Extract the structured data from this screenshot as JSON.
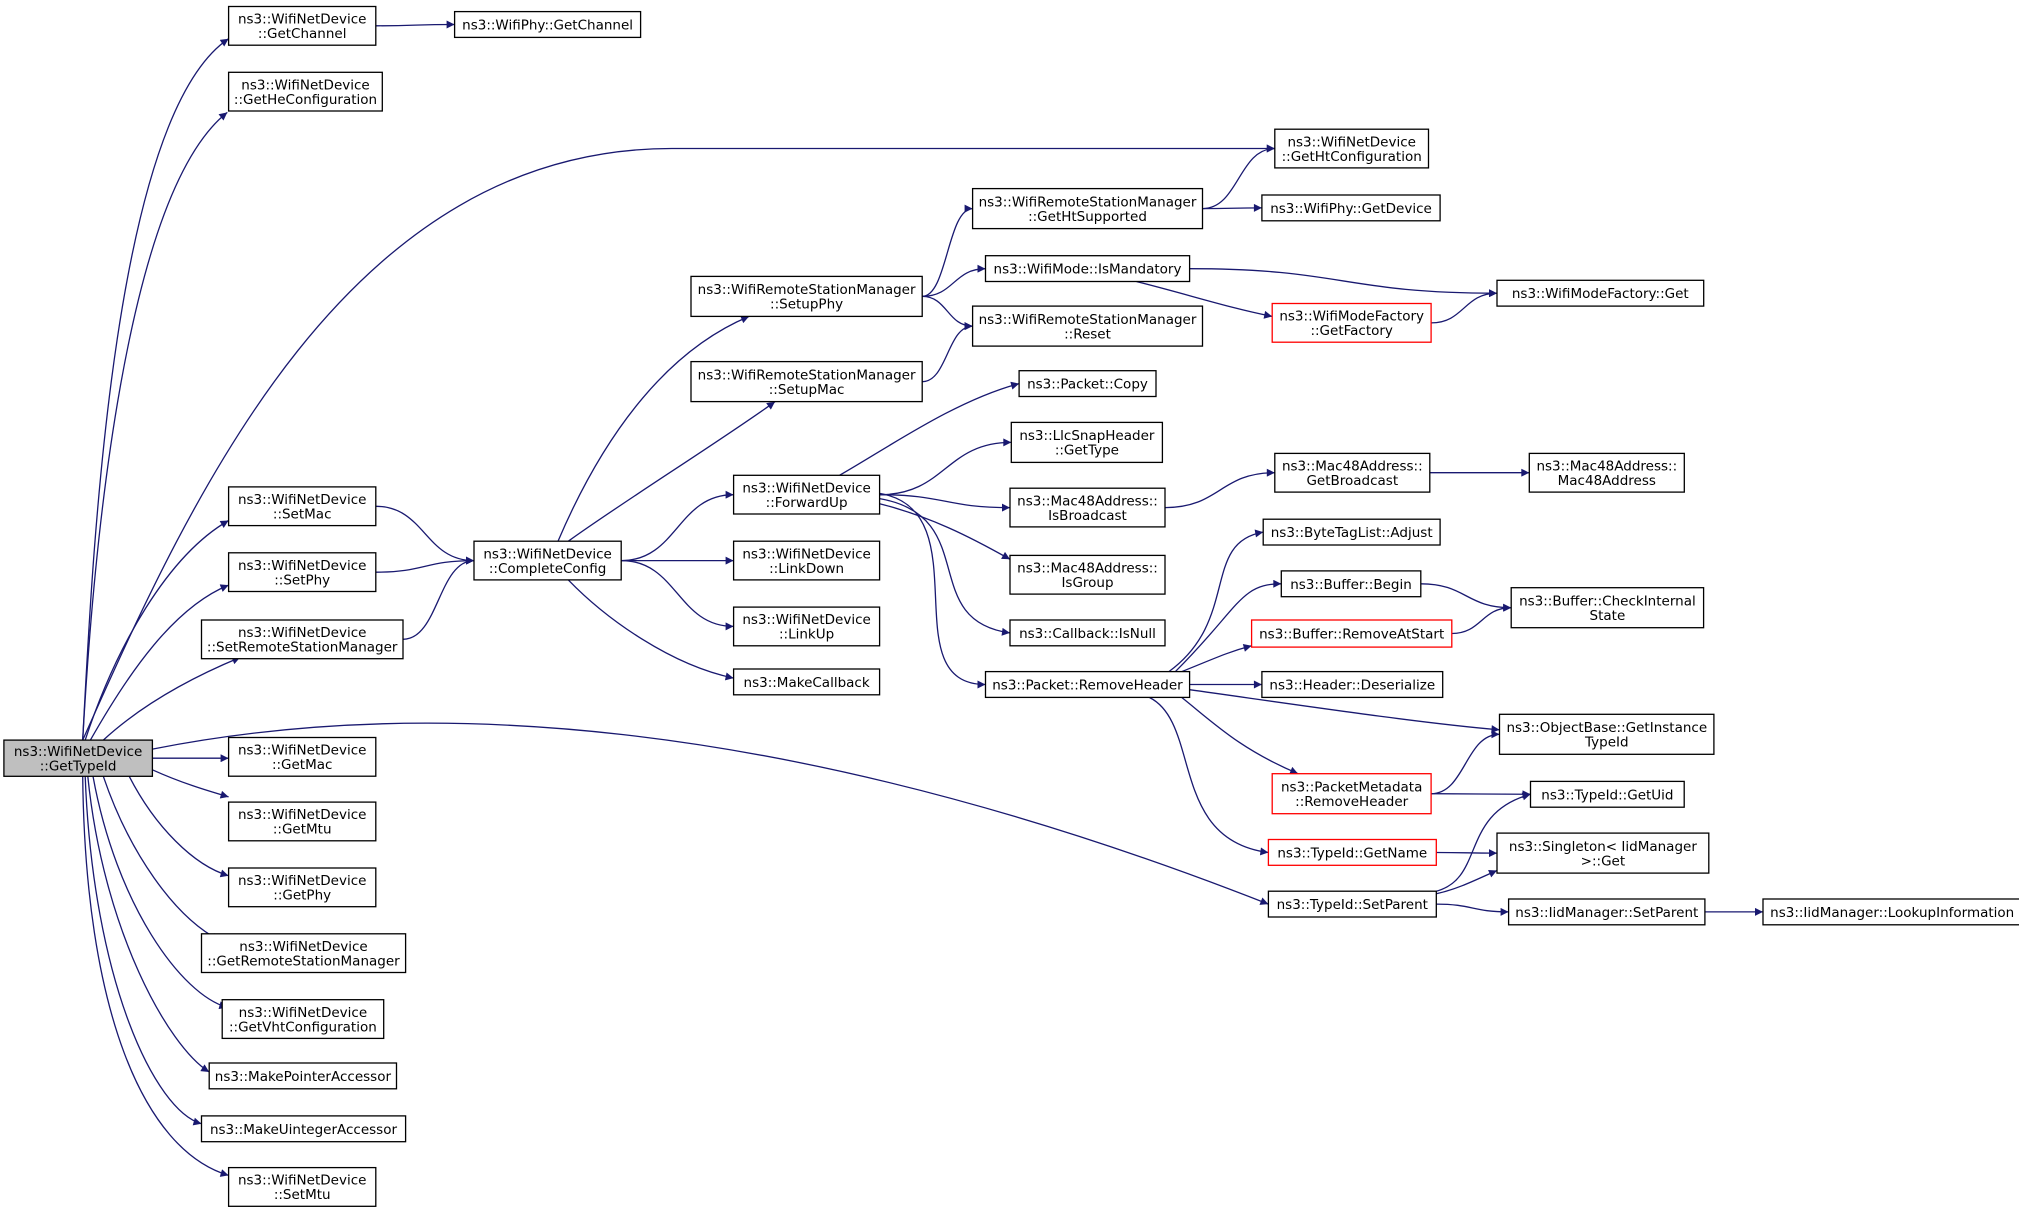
{
  "colors": {
    "edge": "#191970",
    "node_border": "#000000",
    "truncated_node_border": "#ff0000",
    "root_fill": "#bfbfbf"
  },
  "nodes": {
    "getTypeId": [
      "ns3::WifiNetDevice",
      "::GetTypeId"
    ],
    "getChannel": [
      "ns3::WifiNetDevice",
      "::GetChannel"
    ],
    "phyGetChannel": [
      "ns3::WifiPhy::GetChannel"
    ],
    "getHeConfiguration": [
      "ns3::WifiNetDevice",
      "::GetHeConfiguration"
    ],
    "getHtConfiguration": [
      "ns3::WifiNetDevice",
      "::GetHtConfiguration"
    ],
    "getHtSupported": [
      "ns3::WifiRemoteStationManager",
      "::GetHtSupported"
    ],
    "phyGetDevice": [
      "ns3::WifiPhy::GetDevice"
    ],
    "setupPhy": [
      "ns3::WifiRemoteStationManager",
      "::SetupPhy"
    ],
    "isMandatory": [
      "ns3::WifiMode::IsMandatory"
    ],
    "modeFactoryGet": [
      "ns3::WifiModeFactory::Get"
    ],
    "getFactory": [
      "ns3::WifiModeFactory",
      "::GetFactory"
    ],
    "rsmReset": [
      "ns3::WifiRemoteStationManager",
      "::Reset"
    ],
    "setupMac": [
      "ns3::WifiRemoteStationManager",
      "::SetupMac"
    ],
    "packetCopy": [
      "ns3::Packet::Copy"
    ],
    "llcGetType": [
      "ns3::LlcSnapHeader",
      "::GetType"
    ],
    "forwardUp": [
      "ns3::WifiNetDevice",
      "::ForwardUp"
    ],
    "isBroadcast": [
      "ns3::Mac48Address::",
      "IsBroadcast"
    ],
    "getBroadcast": [
      "ns3::Mac48Address::",
      "GetBroadcast"
    ],
    "macCtor": [
      "ns3::Mac48Address::",
      "Mac48Address"
    ],
    "isGroup": [
      "ns3::Mac48Address::",
      "IsGroup"
    ],
    "callbackIsNull": [
      "ns3::Callback::IsNull"
    ],
    "removeHeader": [
      "ns3::Packet::RemoveHeader"
    ],
    "byteTagAdjust": [
      "ns3::ByteTagList::Adjust"
    ],
    "bufferBegin": [
      "ns3::Buffer::Begin"
    ],
    "removeAtStart": [
      "ns3::Buffer::RemoveAtStart"
    ],
    "checkInternal": [
      "ns3::Buffer::CheckInternal",
      "State"
    ],
    "headerDeserialize": [
      "ns3::Header::Deserialize"
    ],
    "getInstanceTypeId": [
      "ns3::ObjectBase::GetInstance",
      "TypeId"
    ],
    "metaRemoveHeader": [
      "ns3::PacketMetadata",
      "::RemoveHeader"
    ],
    "typeIdGetUid": [
      "ns3::TypeId::GetUid"
    ],
    "typeIdGetName": [
      "ns3::TypeId::GetName"
    ],
    "singletonGet": [
      "ns3::Singleton< IidManager",
      ">::Get"
    ],
    "typeIdSetParent": [
      "ns3::TypeId::SetParent"
    ],
    "iidSetParent": [
      "ns3::IidManager::SetParent"
    ],
    "lookupInformation": [
      "ns3::IidManager::LookupInformation"
    ],
    "setMac": [
      "ns3::WifiNetDevice",
      "::SetMac"
    ],
    "completeConfig": [
      "ns3::WifiNetDevice",
      "::CompleteConfig"
    ],
    "setPhy": [
      "ns3::WifiNetDevice",
      "::SetPhy"
    ],
    "setRsm": [
      "ns3::WifiNetDevice",
      "::SetRemoteStationManager"
    ],
    "linkDown": [
      "ns3::WifiNetDevice",
      "::LinkDown"
    ],
    "linkUp": [
      "ns3::WifiNetDevice",
      "::LinkUp"
    ],
    "makeCallback": [
      "ns3::MakeCallback"
    ],
    "getMac": [
      "ns3::WifiNetDevice",
      "::GetMac"
    ],
    "getMtu": [
      "ns3::WifiNetDevice",
      "::GetMtu"
    ],
    "getPhy": [
      "ns3::WifiNetDevice",
      "::GetPhy"
    ],
    "getRsm": [
      "ns3::WifiNetDevice",
      "::GetRemoteStationManager"
    ],
    "getVhtConfiguration": [
      "ns3::WifiNetDevice",
      "::GetVhtConfiguration"
    ],
    "makePointerAccessor": [
      "ns3::MakePointerAccessor"
    ],
    "makeUintegerAccessor": [
      "ns3::MakeUintegerAccessor"
    ],
    "setMtu": [
      "ns3::WifiNetDevice",
      "::SetMtu"
    ]
  },
  "root_node": "getTypeId",
  "truncated_nodes": [
    "getFactory",
    "removeAtStart",
    "metaRemoveHeader",
    "typeIdGetName"
  ],
  "edges": [
    [
      "getTypeId",
      "getChannel"
    ],
    [
      "getChannel",
      "phyGetChannel"
    ],
    [
      "getTypeId",
      "getHeConfiguration"
    ],
    [
      "getTypeId",
      "getHtConfiguration"
    ],
    [
      "getTypeId",
      "setMac"
    ],
    [
      "getTypeId",
      "setPhy"
    ],
    [
      "getTypeId",
      "setRsm"
    ],
    [
      "getTypeId",
      "typeIdSetParent"
    ],
    [
      "getTypeId",
      "getMac"
    ],
    [
      "getTypeId",
      "getMtu"
    ],
    [
      "getTypeId",
      "getPhy"
    ],
    [
      "getTypeId",
      "getRsm"
    ],
    [
      "getTypeId",
      "getVhtConfiguration"
    ],
    [
      "getTypeId",
      "makePointerAccessor"
    ],
    [
      "getTypeId",
      "makeUintegerAccessor"
    ],
    [
      "getTypeId",
      "setMtu"
    ],
    [
      "setMac",
      "completeConfig"
    ],
    [
      "setPhy",
      "completeConfig"
    ],
    [
      "setRsm",
      "completeConfig"
    ],
    [
      "completeConfig",
      "setupPhy"
    ],
    [
      "completeConfig",
      "setupMac"
    ],
    [
      "completeConfig",
      "forwardUp"
    ],
    [
      "completeConfig",
      "linkDown"
    ],
    [
      "completeConfig",
      "linkUp"
    ],
    [
      "completeConfig",
      "makeCallback"
    ],
    [
      "setupPhy",
      "getHtSupported"
    ],
    [
      "setupPhy",
      "isMandatory"
    ],
    [
      "setupPhy",
      "rsmReset"
    ],
    [
      "setupMac",
      "rsmReset"
    ],
    [
      "getHtSupported",
      "getHtConfiguration"
    ],
    [
      "getHtSupported",
      "phyGetDevice"
    ],
    [
      "isMandatory",
      "modeFactoryGet"
    ],
    [
      "isMandatory",
      "getFactory"
    ],
    [
      "getFactory",
      "modeFactoryGet"
    ],
    [
      "forwardUp",
      "packetCopy"
    ],
    [
      "forwardUp",
      "llcGetType"
    ],
    [
      "forwardUp",
      "isBroadcast"
    ],
    [
      "forwardUp",
      "isGroup"
    ],
    [
      "forwardUp",
      "callbackIsNull"
    ],
    [
      "forwardUp",
      "removeHeader"
    ],
    [
      "isBroadcast",
      "getBroadcast"
    ],
    [
      "getBroadcast",
      "macCtor"
    ],
    [
      "removeHeader",
      "byteTagAdjust"
    ],
    [
      "removeHeader",
      "bufferBegin"
    ],
    [
      "removeHeader",
      "removeAtStart"
    ],
    [
      "removeHeader",
      "headerDeserialize"
    ],
    [
      "removeHeader",
      "getInstanceTypeId"
    ],
    [
      "removeHeader",
      "metaRemoveHeader"
    ],
    [
      "removeHeader",
      "typeIdGetName"
    ],
    [
      "bufferBegin",
      "checkInternal"
    ],
    [
      "removeAtStart",
      "checkInternal"
    ],
    [
      "metaRemoveHeader",
      "getInstanceTypeId"
    ],
    [
      "metaRemoveHeader",
      "typeIdGetUid"
    ],
    [
      "typeIdGetName",
      "singletonGet"
    ],
    [
      "typeIdSetParent",
      "typeIdGetUid"
    ],
    [
      "typeIdSetParent",
      "singletonGet"
    ],
    [
      "typeIdSetParent",
      "iidSetParent"
    ],
    [
      "iidSetParent",
      "lookupInformation"
    ]
  ]
}
